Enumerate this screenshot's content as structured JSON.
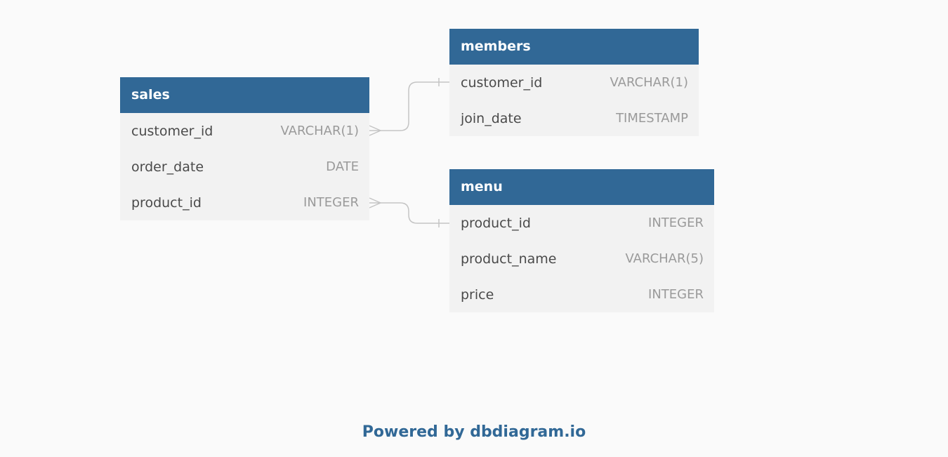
{
  "tables": {
    "sales": {
      "name": "sales",
      "columns": [
        {
          "name": "customer_id",
          "type": "VARCHAR(1)"
        },
        {
          "name": "order_date",
          "type": "DATE"
        },
        {
          "name": "product_id",
          "type": "INTEGER"
        }
      ]
    },
    "members": {
      "name": "members",
      "columns": [
        {
          "name": "customer_id",
          "type": "VARCHAR(1)"
        },
        {
          "name": "join_date",
          "type": "TIMESTAMP"
        }
      ]
    },
    "menu": {
      "name": "menu",
      "columns": [
        {
          "name": "product_id",
          "type": "INTEGER"
        },
        {
          "name": "product_name",
          "type": "VARCHAR(5)"
        },
        {
          "name": "price",
          "type": "INTEGER"
        }
      ]
    }
  },
  "relationships": [
    {
      "from": "sales.customer_id",
      "to": "members.customer_id",
      "cardinality": "many-to-one"
    },
    {
      "from": "sales.product_id",
      "to": "menu.product_id",
      "cardinality": "many-to-one"
    }
  ],
  "footer": {
    "powered_by": "Powered by dbdiagram.io"
  },
  "colors": {
    "header": "#316896",
    "row_background": "#f2f2f2",
    "canvas_background": "#fafafa",
    "connector": "#c4c4c4",
    "footer_text": "#316896"
  }
}
